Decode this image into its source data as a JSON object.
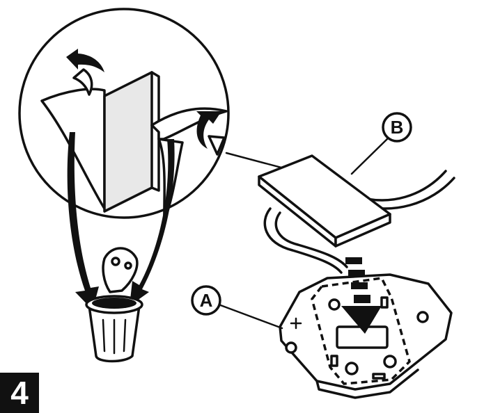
{
  "step": {
    "number": "4"
  },
  "callouts": {
    "a": "A",
    "b": "B"
  },
  "icons": [
    "peel-arrow-icon",
    "discard-arrow-icon",
    "trash-can-icon",
    "insert-arrow-icon"
  ],
  "colors": {
    "ink": "#111111",
    "paper": "#ffffff",
    "shade": "#e8e8e8"
  }
}
